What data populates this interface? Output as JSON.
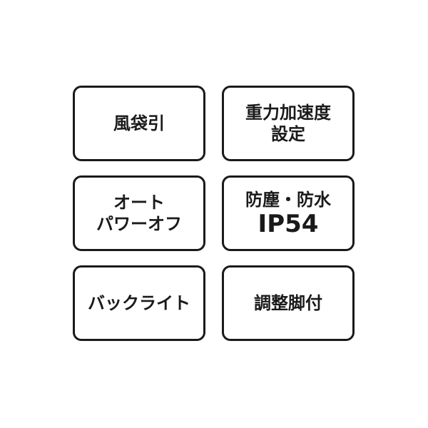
{
  "features": [
    {
      "id": "windage-tare",
      "lines": [
        "風袋引"
      ]
    },
    {
      "id": "gravity-setting",
      "lines": [
        "重力加速度",
        "設定"
      ]
    },
    {
      "id": "auto-power-off",
      "lines": [
        "オート",
        "パワーオフ"
      ]
    },
    {
      "id": "dust-water-proof",
      "lines": [
        "防塵・防水",
        "IP54"
      ]
    },
    {
      "id": "backlight",
      "lines": [
        "バックライト"
      ]
    },
    {
      "id": "adjustable-feet",
      "lines": [
        "調整脚付"
      ]
    }
  ],
  "colors": {
    "border": "#1a1a1a",
    "text": "#1a1a1a",
    "background": "#ffffff"
  }
}
